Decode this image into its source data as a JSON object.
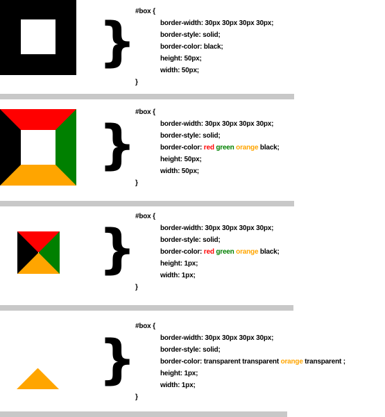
{
  "colors": {
    "black": "#000000",
    "red": "#ff0000",
    "green": "#008000",
    "orange": "#ffa500",
    "separator": "#c8c8c8"
  },
  "brace_char": "}",
  "panels": [
    {
      "selector": "#box {",
      "border_width": "border-width: 30px 30px 30px 30px;",
      "border_style": "border-style: solid;",
      "border_color_prefix": "border-color: black;",
      "height": "height: 50px;",
      "width": "width: 50px;",
      "close": "}"
    },
    {
      "selector": "#box {",
      "border_width": "border-width: 30px 30px 30px 30px;",
      "border_style": "border-style: solid;",
      "border_color_prefix": "border-color:",
      "bc_top": "red",
      "bc_right": "green",
      "bc_bottom": "orange",
      "bc_left": "black;",
      "height": "height: 50px;",
      "width": "width: 50px;",
      "close": "}"
    },
    {
      "selector": "#box {",
      "border_width": "border-width: 30px 30px 30px 30px;",
      "border_style": "border-style: solid;",
      "border_color_prefix": "border-color:",
      "bc_top": "red",
      "bc_right": "green",
      "bc_bottom": "orange",
      "bc_left": "black;",
      "height": "height: 1px;",
      "width": "width: 1px;",
      "close": "}"
    },
    {
      "selector": "#box {",
      "border_width": "border-width: 30px 30px 30px 30px;",
      "border_style": "border-style: solid;",
      "border_color_prefix": "border-color: transparent transparent",
      "bc_bottom": "orange",
      "bc_suffix": "transparent ;",
      "height": "height: 1px;",
      "width": "width: 1px;",
      "close": "}"
    }
  ]
}
